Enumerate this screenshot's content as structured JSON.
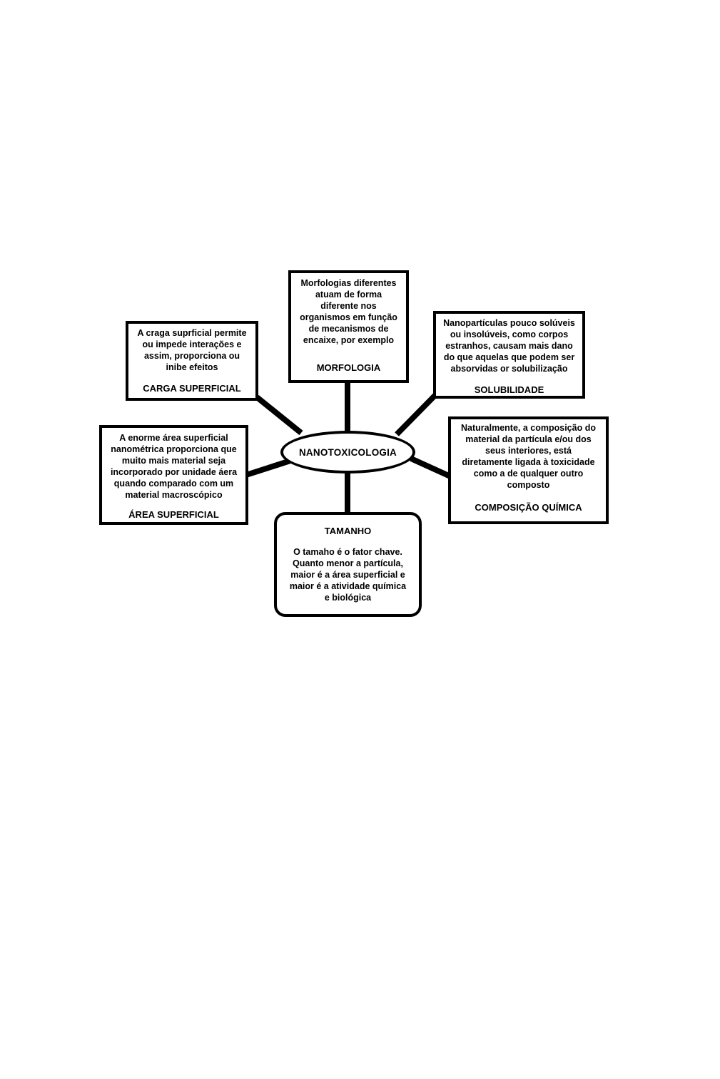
{
  "center": {
    "label": "NANOTOXICOLOGIA"
  },
  "nodes": {
    "morfologia": {
      "label": "MORFOLOGIA",
      "description": "Morfologias diferentes\natuam de forma\ndiferente nos\norganismos em função\nde mecanismos de\nencaixe, por exemplo"
    },
    "carga_superficial": {
      "label": "CARGA SUPERFICIAL",
      "description": "A craga suprficial permite\nou impede interações e\nassim, proporciona ou\ninibe efeitos"
    },
    "solubilidade": {
      "label": "SOLUBILIDADE",
      "description": "Nanopartículas pouco solúveis\nou insolúveis, como corpos\nestranhos, causam mais dano\ndo que aquelas que podem ser\nabsorvidas or solubilização"
    },
    "area_superficial": {
      "label": "ÁREA SUPERFICIAL",
      "description": "A enorme área superficial\nnanométrica proporciona que\nmuito mais material seja\nincorporado por unidade áera\nquando comparado com um\nmaterial macroscópico"
    },
    "composicao_quimica": {
      "label": "COMPOSIÇÃO QUÍMICA",
      "description": "Naturalmente, a composição do\nmaterial da partícula e/ou dos\nseus interiores, está\ndiretamente ligada à toxicidade\ncomo a de qualquer outro\ncomposto"
    },
    "tamanho": {
      "label": "TAMANHO",
      "description": "O tamaho é o fator chave.\nQuanto menor a partícula,\nmaior é a área superficial e\nmaior é a atividade química\ne biológica"
    }
  }
}
